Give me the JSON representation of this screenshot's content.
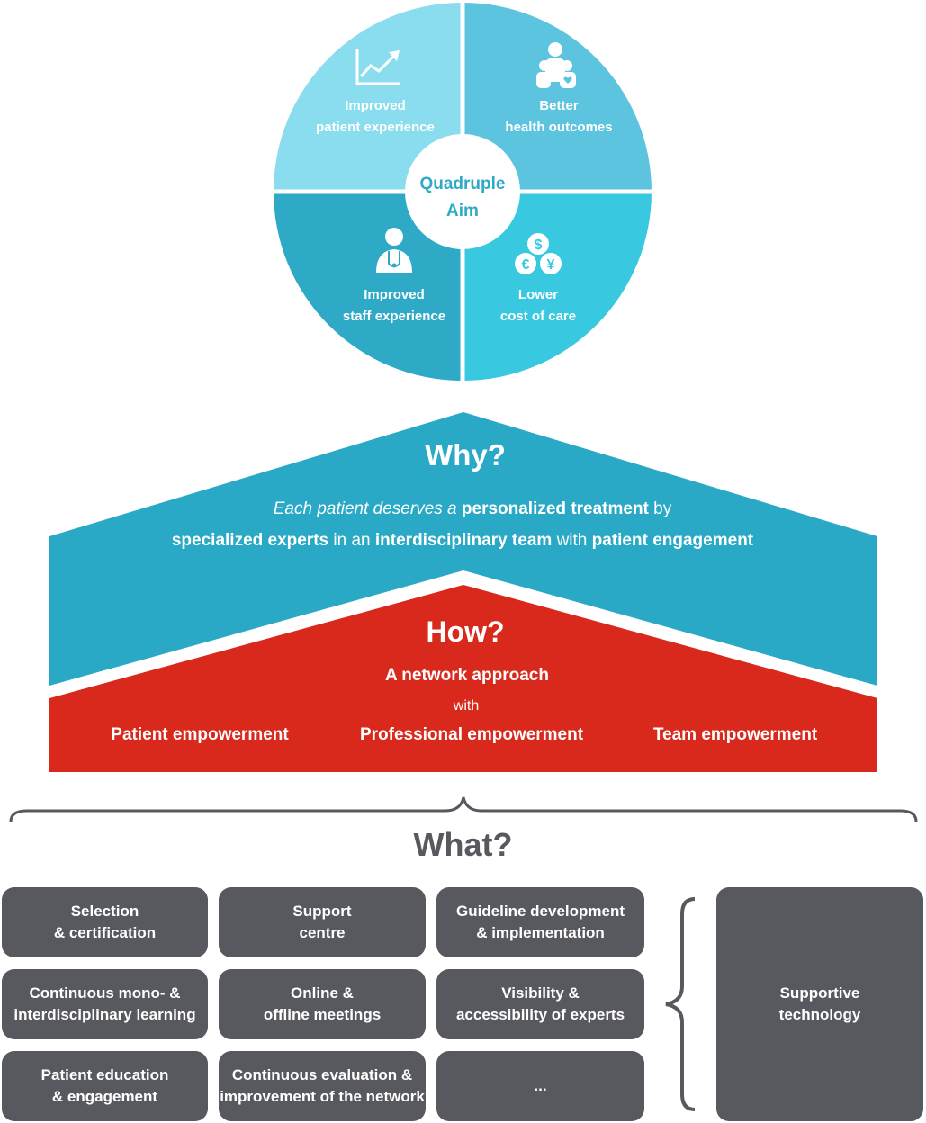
{
  "quadruple_aim": {
    "center": [
      "Quadruple",
      "Aim"
    ],
    "quadrants": [
      {
        "id": "top-left",
        "lines": [
          "Improved",
          "patient experience"
        ],
        "icon": "rising-chart-icon",
        "color": "#8adcef"
      },
      {
        "id": "top-right",
        "lines": [
          "Better",
          "health outcomes"
        ],
        "icon": "family-heart-icon",
        "color": "#5dc4df"
      },
      {
        "id": "bottom-left",
        "lines": [
          "Improved",
          "staff experience"
        ],
        "icon": "doctor-stethoscope-icon",
        "color": "#2eaac6"
      },
      {
        "id": "bottom-right",
        "lines": [
          "Lower",
          "cost of care"
        ],
        "icon": "currency-coins-icon",
        "color": "#38c8df"
      }
    ],
    "center_text_color": "#2eaac6"
  },
  "why": {
    "title": "Why?",
    "line1": [
      {
        "text": "Each patient deserves a ",
        "style": "italic"
      },
      {
        "text": "personalized treatment",
        "style": "bold"
      },
      {
        "text": " by",
        "style": "normal"
      }
    ],
    "line2": [
      {
        "text": "specialized experts",
        "style": "bold"
      },
      {
        "text": " in an ",
        "style": "normal"
      },
      {
        "text": "interdisciplinary team",
        "style": "bold"
      },
      {
        "text": " with ",
        "style": "normal"
      },
      {
        "text": "patient engagement",
        "style": "bold"
      }
    ],
    "color": "#2aa9c6"
  },
  "how": {
    "title": "How?",
    "subtitle": "A network approach",
    "connector": "with",
    "pillars": [
      "Patient empowerment",
      "Professional empowerment",
      "Team empowerment"
    ],
    "color": "#d9291c"
  },
  "what": {
    "title": "What?",
    "items": [
      [
        "Selection",
        "& certification"
      ],
      [
        "Support",
        "centre"
      ],
      [
        "Guideline development",
        "& implementation"
      ],
      [
        "Continuous mono- &",
        "interdisciplinary learning"
      ],
      [
        "Online &",
        "offline meetings"
      ],
      [
        "Visibility &",
        "accessibility of experts"
      ],
      [
        "Patient education",
        "& engagement"
      ],
      [
        "Continuous evaluation &",
        "improvement of the network"
      ],
      [
        "..."
      ]
    ],
    "supportive": [
      "Supportive",
      "technology"
    ],
    "box_color": "#58595f"
  }
}
